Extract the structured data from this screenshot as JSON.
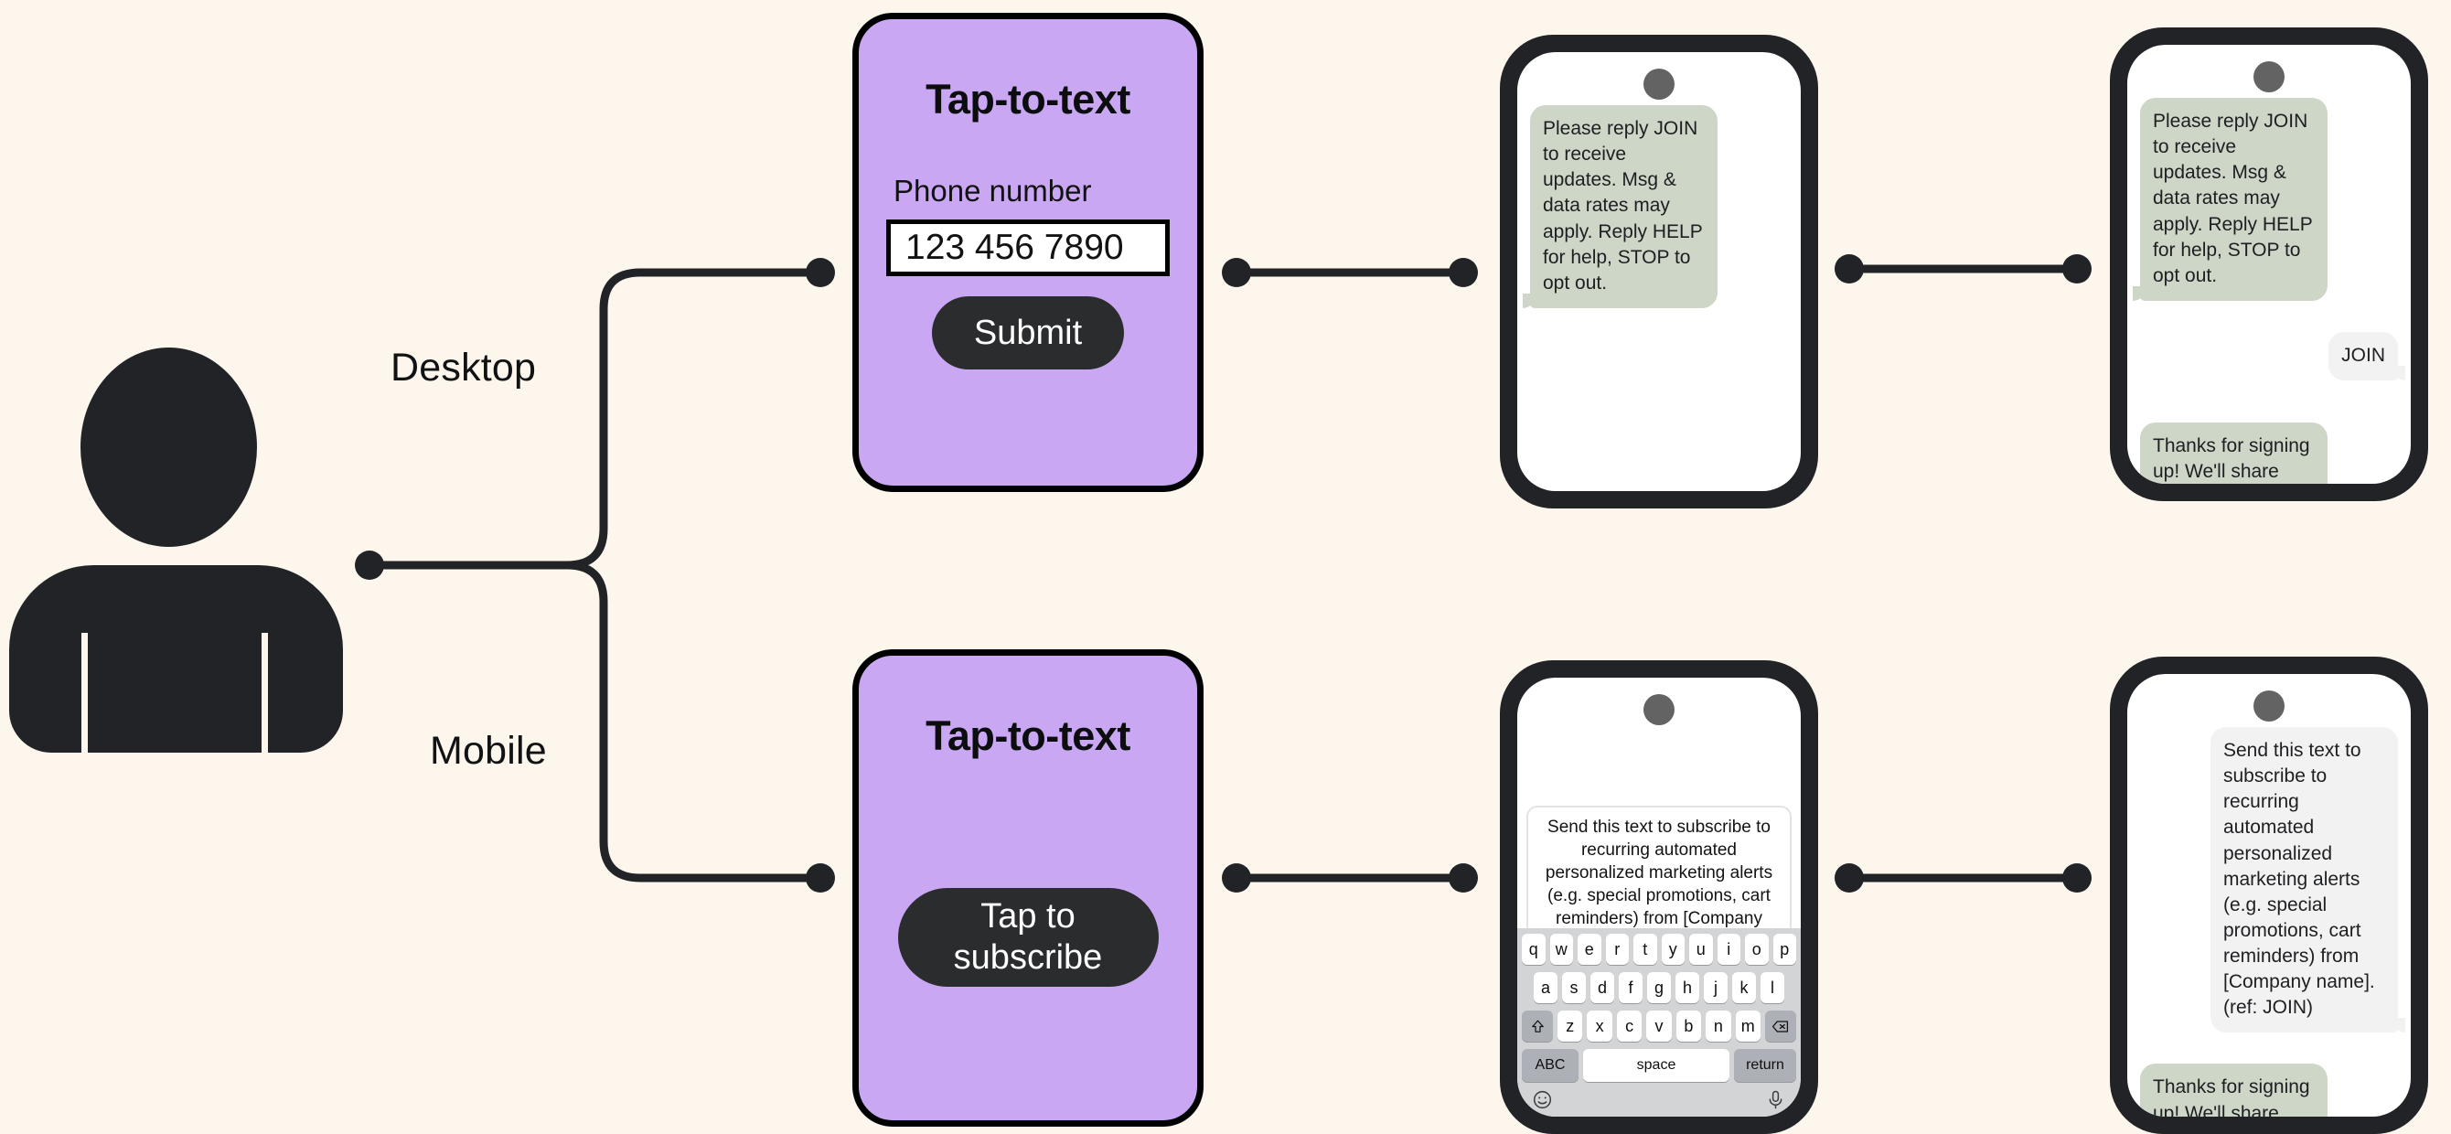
{
  "colors": {
    "background": "#fdf6ec",
    "ink": "#212326",
    "card_purple": "#c9a7f2",
    "bubble_incoming": "#ced6c8",
    "bubble_outgoing": "#f2f2f3",
    "button_dark": "#2b2c2e",
    "camera_dot": "#636363",
    "keyboard_bg": "#d3d4d6",
    "key_white": "#ffffff",
    "key_gray": "#adb0b6"
  },
  "actor": {
    "name": "user"
  },
  "branches": [
    {
      "id": "desktop",
      "label": "Desktop"
    },
    {
      "id": "mobile",
      "label": "Mobile"
    }
  ],
  "desktop_card": {
    "title": "Tap-to-text",
    "field_label": "Phone number",
    "field_value": "123 456 7890",
    "field_placeholder": "123 456 7890",
    "submit_label": "Submit"
  },
  "mobile_card": {
    "title": "Tap-to-text",
    "button_line1": "Tap to",
    "button_line2": "subscribe"
  },
  "messages": {
    "optin_prompt": "Please reply JOIN to receive updates. Msg & data rates may apply. Reply HELP for help, STOP to opt out.",
    "join_reply": "JOIN",
    "confirmation": "Thanks for signing up! We'll share new releases with you first.",
    "prefilled_sms": "Send this text to subscribe to recurring automated personalized marketing alerts (e.g. special promotions, cart reminders) from [Company name]. (ref: JOIN)"
  },
  "phones": [
    {
      "id": "phone-desktop-1",
      "bubbles": [
        {
          "direction": "incoming",
          "text": "Please reply JOIN to receive updates. Msg & data rates may apply. Reply HELP for help, STOP to opt out."
        }
      ]
    },
    {
      "id": "phone-desktop-2",
      "bubbles": [
        {
          "direction": "incoming",
          "text": "Please reply JOIN to receive updates. Msg & data rates may apply. Reply HELP for help, STOP to opt out."
        },
        {
          "direction": "outgoing",
          "text": "JOIN"
        },
        {
          "direction": "incoming",
          "text": "Thanks for signing up! We'll share new releases with you first."
        }
      ]
    },
    {
      "id": "phone-mobile-1",
      "compose_text": "Send this text to subscribe to recurring automated personalized marketing alerts (e.g. special promotions, cart reminders) from [Company name]. (ref: JOIN)"
    },
    {
      "id": "phone-mobile-2",
      "bubbles": [
        {
          "direction": "outgoing",
          "text": "Send this text to subscribe to recurring automated personalized marketing alerts (e.g. special promotions, cart reminders) from [Company name]. (ref: JOIN)"
        },
        {
          "direction": "incoming",
          "text": "Thanks for signing up! We'll share new releases with you first."
        }
      ]
    }
  ],
  "keyboard": {
    "row1": [
      "q",
      "w",
      "e",
      "r",
      "t",
      "y",
      "u",
      "i",
      "o",
      "p"
    ],
    "row2": [
      "a",
      "s",
      "d",
      "f",
      "g",
      "h",
      "j",
      "k",
      "l"
    ],
    "row3_letters": [
      "z",
      "x",
      "c",
      "v",
      "b",
      "n",
      "m"
    ],
    "shift_icon": "shift-icon",
    "backspace_icon": "backspace-icon",
    "abc_label": "ABC",
    "space_label": "space",
    "return_label": "return",
    "emoji_icon": "emoji-icon",
    "mic_icon": "microphone-icon"
  }
}
